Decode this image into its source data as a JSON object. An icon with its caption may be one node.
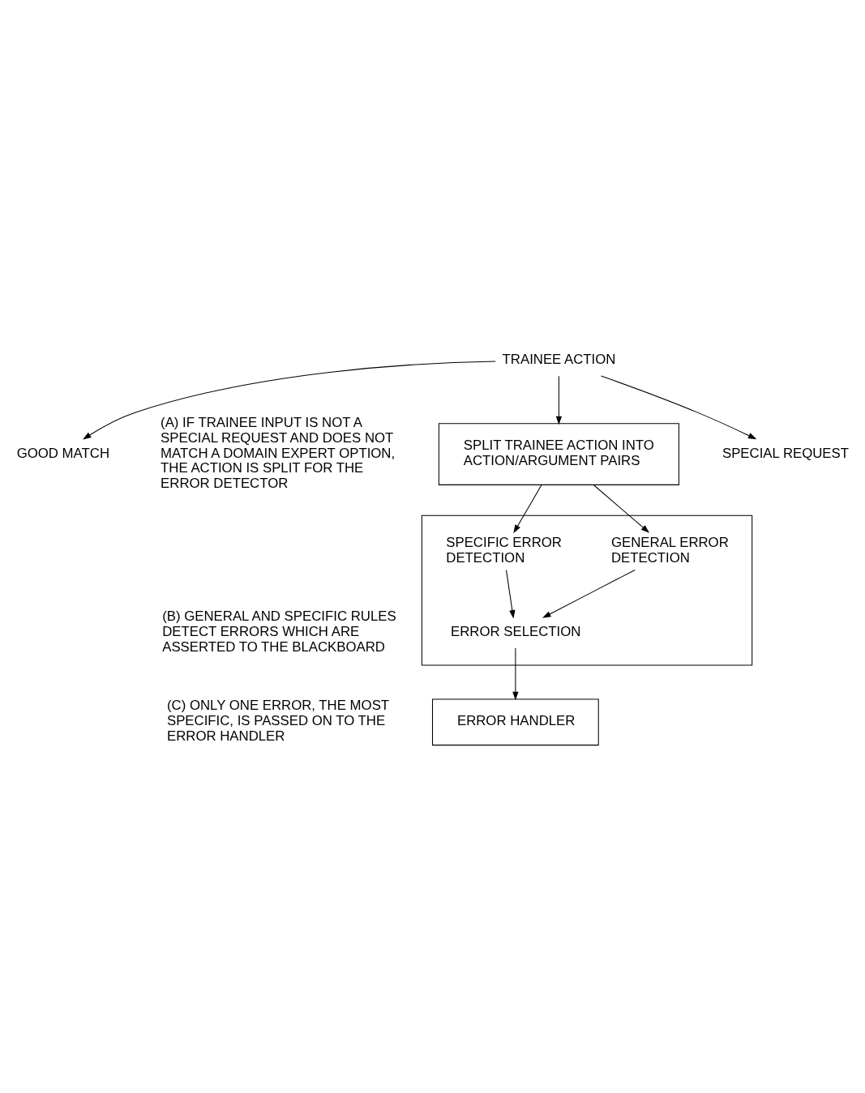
{
  "diagram": {
    "nodes": [
      {
        "text": [
          "TRAINEE ACTION"
        ]
      },
      {
        "text": [
          "SPECIAL REQUEST"
        ]
      },
      {
        "text": [
          "GOOD MATCH"
        ]
      },
      {
        "text": [
          "SPLIT TRAINEE ACTION INTO ACTION/ARGUMENT PAIRS"
        ]
      },
      {
        "text": [],
        "shape": "box"
      },
      {
        "text": [
          "GENERAL ERROR DETECTION"
        ],
        "in": 4
      },
      {
        "text": [
          "SPECIFIC ERROR DETECTION"
        ],
        "in": 4
      },
      {
        "text": [
          "ERROR SELECTION"
        ],
        "in": 4
      },
      {
        "text": [
          "ERROR HANDLER"
        ]
      }
    ],
    "edges": [
      {
        "from": 0,
        "to": 1,
        "arrow": "to"
      },
      {
        "from": 0,
        "to": 2,
        "arrow": "to"
      },
      {
        "from": 0,
        "to": 3,
        "arrow": "to"
      },
      {
        "from": 3,
        "to": 5,
        "arrow": "to"
      },
      {
        "from": 3,
        "to": 6,
        "arrow": "to"
      },
      {
        "from": 5,
        "to": 7,
        "arrow": "to"
      },
      {
        "from": 6,
        "to": 7,
        "arrow": "to"
      },
      {
        "from": 7,
        "to": 8,
        "arrow": "to"
      }
    ],
    "labels": [
      "(A) IF TRAINEE INPUT IS NOT A SPECIAL REQUEST AND DOES NOT MATCH A DOMAIN EXPERT OPTION, THE ACTION IS SPLIT FOR THE ERROR DETECTOR",
      "(B) GENERAL AND SPECIFIC RULES DETECT ERRORS WHICH ARE ASSERTED TO THE BLACKBOARD",
      "(C) ONLY ONE ERROR, THE MOST SPECIFIC, IS PASSED ON TO THE ERROR HANDLER"
    ]
  }
}
